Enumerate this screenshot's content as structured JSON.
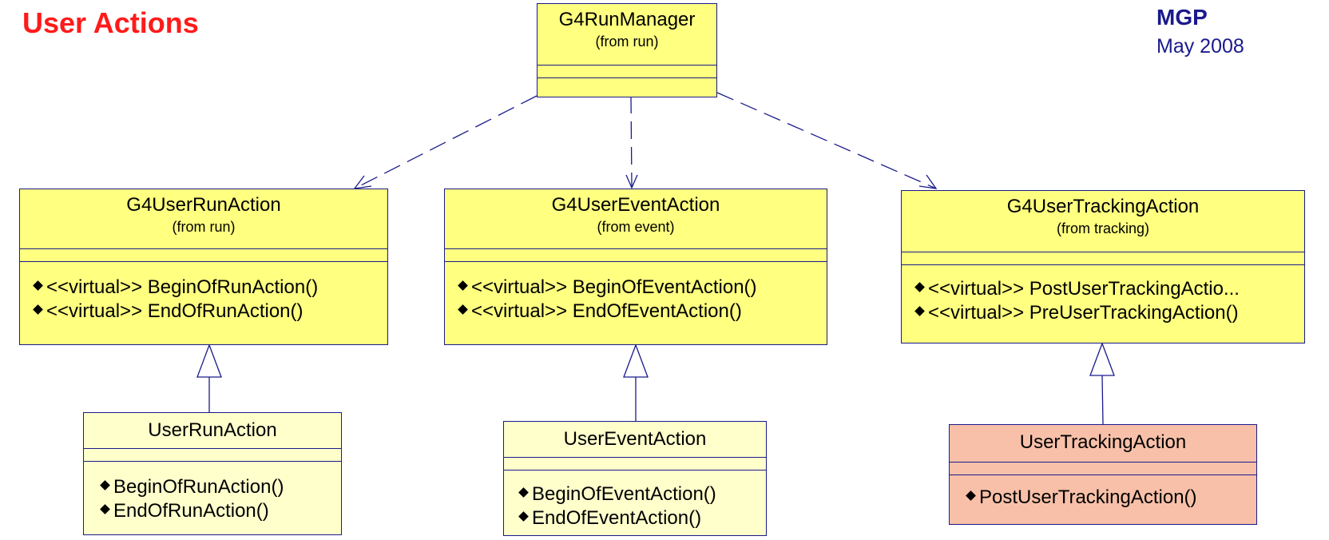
{
  "header": {
    "title": "User Actions",
    "author": "MGP",
    "date": "May 2008"
  },
  "classes": {
    "run_manager": {
      "name": "G4RunManager",
      "package": "(from run)"
    },
    "user_run_action": {
      "name": "G4UserRunAction",
      "package": "(from run)",
      "ops": [
        "<<virtual>> BeginOfRunAction()",
        "<<virtual>> EndOfRunAction()"
      ]
    },
    "user_event_action": {
      "name": "G4UserEventAction",
      "package": "(from event)",
      "ops": [
        "<<virtual>> BeginOfEventAction()",
        "<<virtual>> EndOfEventAction()"
      ]
    },
    "user_tracking_action": {
      "name": "G4UserTrackingAction",
      "package": "(from tracking)",
      "ops": [
        "<<virtual>> PostUserTrackingActio...",
        "<<virtual>> PreUserTrackingAction()"
      ]
    },
    "run_action": {
      "name": "UserRunAction",
      "ops": [
        "BeginOfRunAction()",
        "EndOfRunAction()"
      ]
    },
    "event_action": {
      "name": "UserEventAction",
      "ops": [
        "BeginOfEventAction()",
        "EndOfEventAction()"
      ]
    },
    "tracking_action": {
      "name": "UserTrackingAction",
      "ops": [
        "PostUserTrackingAction()"
      ]
    }
  },
  "colors": {
    "line": "#1a1a8c",
    "base_fill": "#ffff80",
    "user_fill": "#ffffcc",
    "highlight_fill": "#f8c0a8",
    "title": "#ff1a1a",
    "author": "#1a1a8c"
  }
}
